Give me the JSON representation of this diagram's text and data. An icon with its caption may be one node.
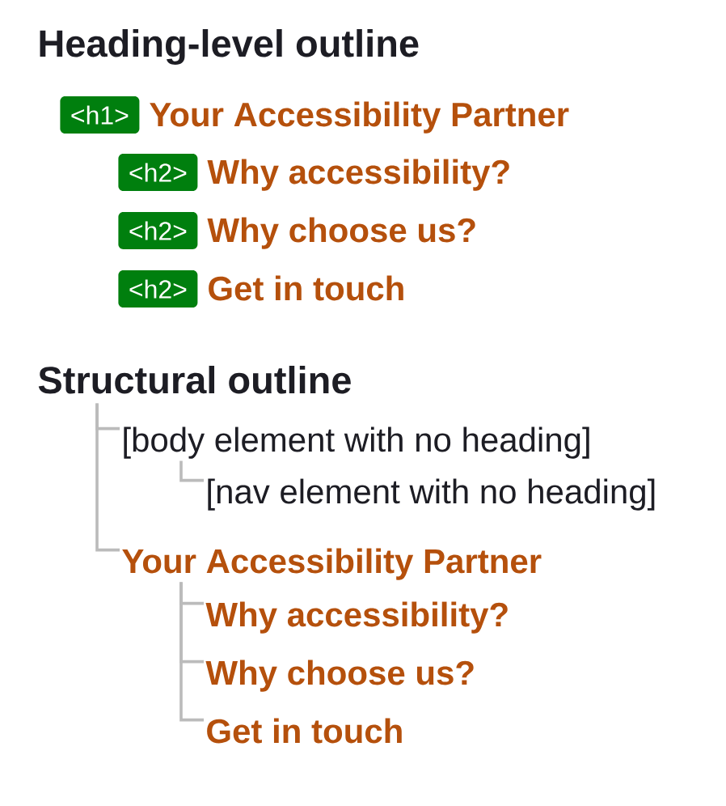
{
  "diagram": {
    "title": "Heading-level outline",
    "nodes": [
      {
        "text": [
          "<h1>"
        ],
        "beside": [
          "Your Accessibility Partner"
        ]
      },
      {
        "text": [
          "<h2>"
        ],
        "beside": [
          "Why accessibility?"
        ]
      },
      {
        "text": [
          "<h2>"
        ],
        "beside": [
          "Why choose us?"
        ]
      },
      {
        "text": [
          "<h2>"
        ],
        "beside": [
          "Get in touch"
        ]
      },
      {
        "text": [
          "Structural outline"
        ]
      },
      {
        "text": [
          "[body element with no heading]"
        ]
      },
      {
        "text": [
          "[nav element with no heading]"
        ]
      },
      {
        "text": [
          "Your Accessibility Partner"
        ]
      },
      {
        "text": [
          "Why accessibility?"
        ]
      },
      {
        "text": [
          "Why choose us?"
        ]
      },
      {
        "text": [
          "Get in touch"
        ]
      }
    ],
    "edges": [
      {
        "from": 4,
        "to": 5,
        "arrow": "none"
      },
      {
        "from": 4,
        "to": 7,
        "arrow": "none"
      },
      {
        "from": 5,
        "to": 6,
        "arrow": "none"
      },
      {
        "from": 7,
        "to": 8,
        "arrow": "none"
      },
      {
        "from": 7,
        "to": 9,
        "arrow": "none"
      },
      {
        "from": 7,
        "to": 10,
        "arrow": "none"
      }
    ]
  }
}
